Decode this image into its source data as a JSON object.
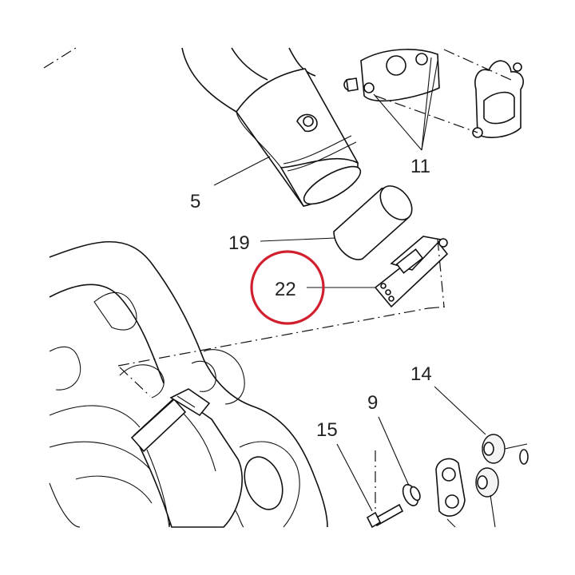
{
  "diagram": {
    "callouts": [
      "5",
      "9",
      "11",
      "14",
      "15",
      "19",
      "22"
    ],
    "highlighted_callout": "22",
    "highlight_color": "#d0202f"
  }
}
